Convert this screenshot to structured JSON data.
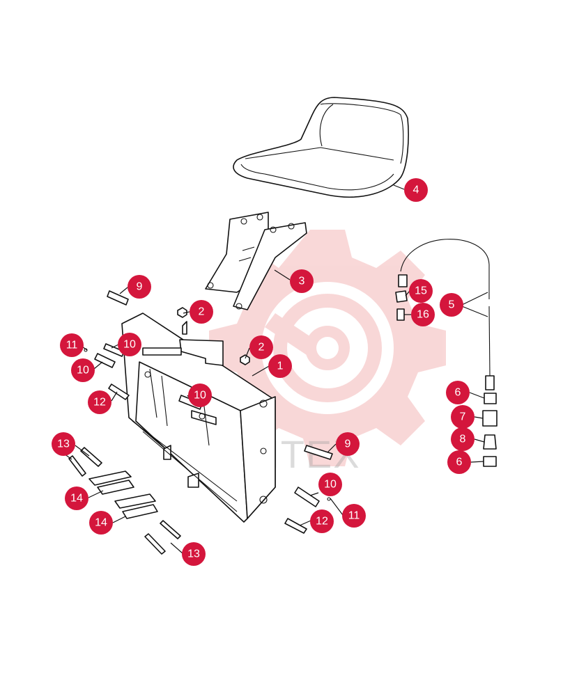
{
  "diagram": {
    "watermark": {
      "text": "ИНТЕХ",
      "color": "#f2b3b3"
    },
    "callout_color": "#d4163c",
    "callouts": [
      {
        "label": "4"
      },
      {
        "label": "3"
      },
      {
        "label": "9"
      },
      {
        "label": "2"
      },
      {
        "label": "2"
      },
      {
        "label": "1"
      },
      {
        "label": "11"
      },
      {
        "label": "10"
      },
      {
        "label": "10"
      },
      {
        "label": "12"
      },
      {
        "label": "10"
      },
      {
        "label": "15"
      },
      {
        "label": "16"
      },
      {
        "label": "5"
      },
      {
        "label": "6"
      },
      {
        "label": "7"
      },
      {
        "label": "8"
      },
      {
        "label": "6"
      },
      {
        "label": "9"
      },
      {
        "label": "13"
      },
      {
        "label": "14"
      },
      {
        "label": "14"
      },
      {
        "label": "10"
      },
      {
        "label": "11"
      },
      {
        "label": "12"
      },
      {
        "label": "13"
      }
    ]
  }
}
